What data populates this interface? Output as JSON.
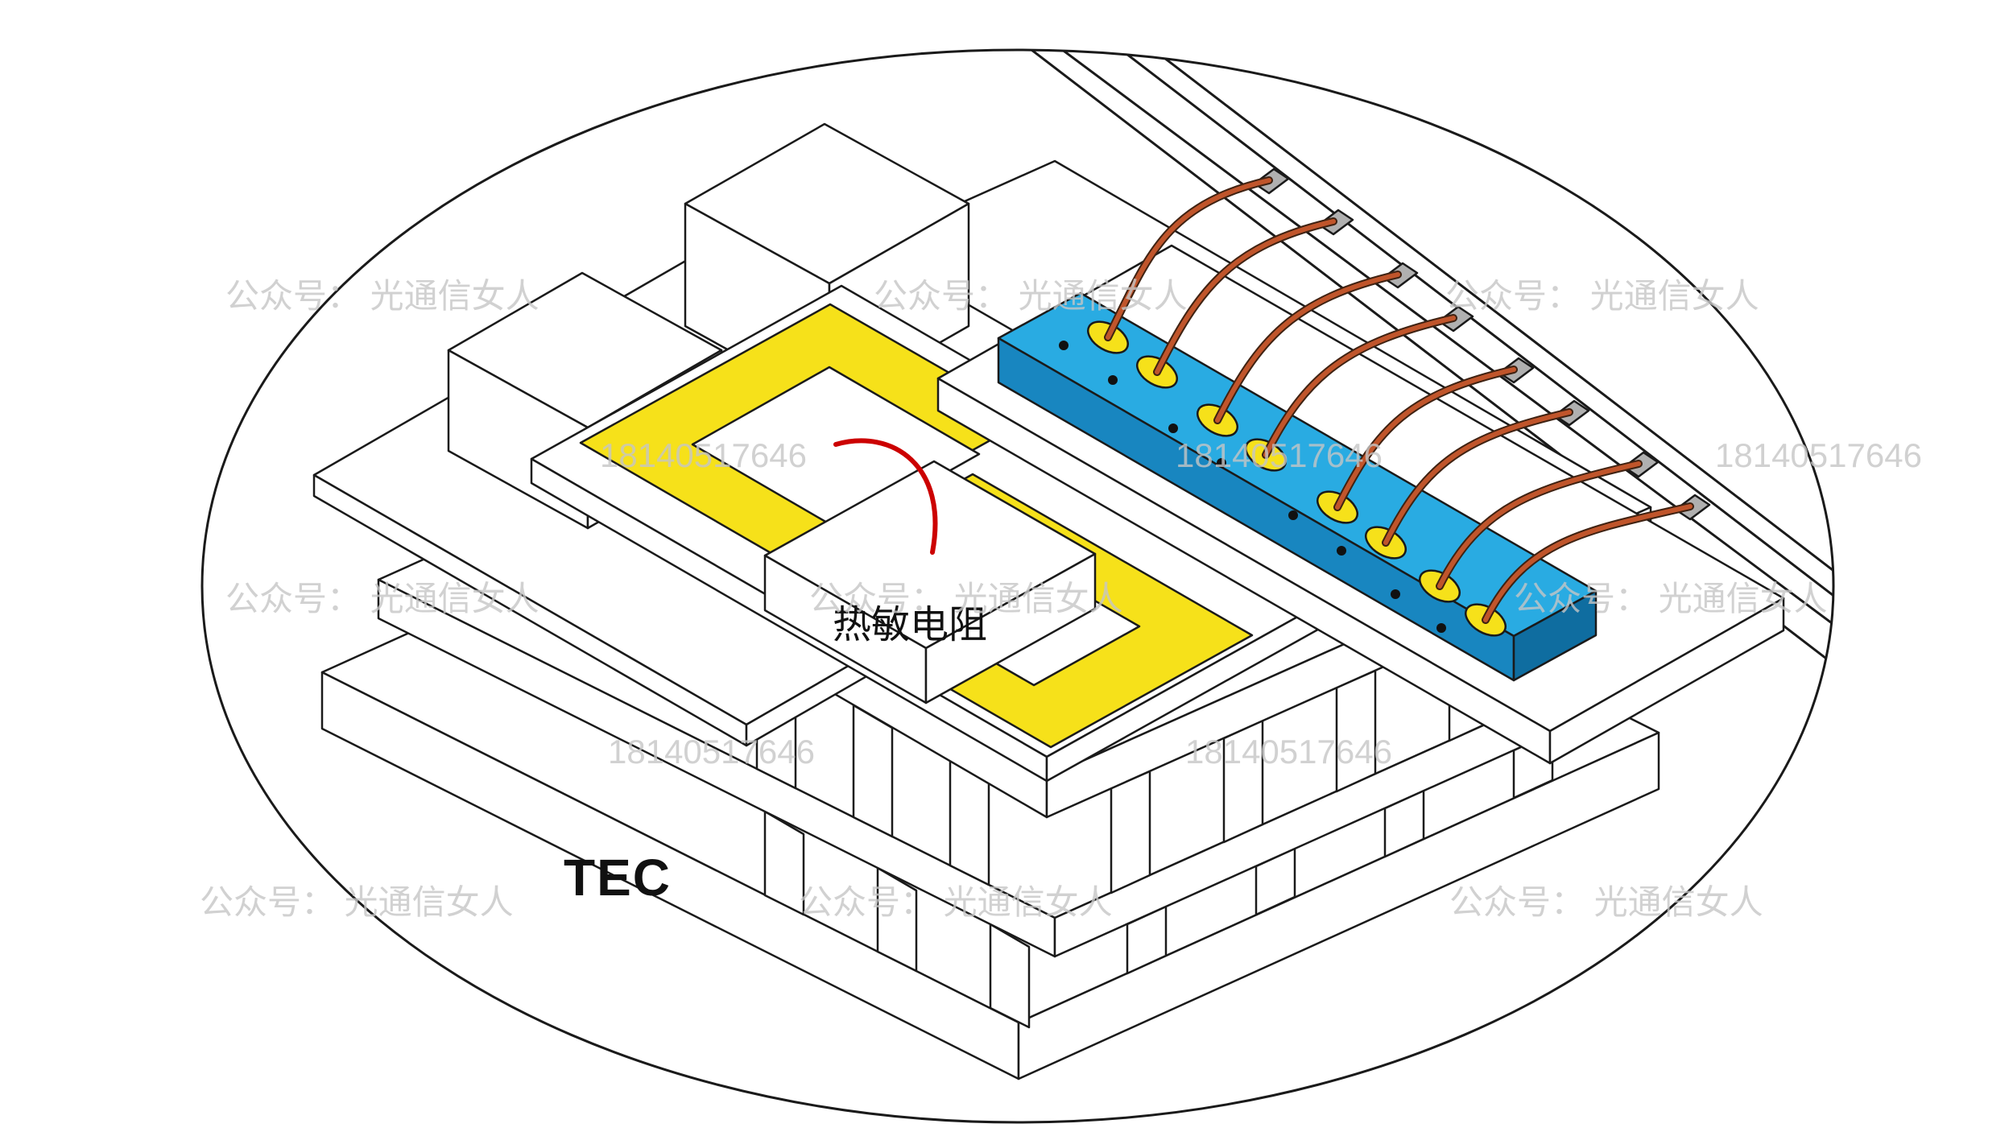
{
  "figure": {
    "labels": {
      "tec": "TEC",
      "thermistor": "热敏电阻"
    },
    "watermarks": {
      "account": "公众号： 光通信女人",
      "phone": "18140517646"
    },
    "colors": {
      "outline": "#1a1a1a",
      "trace_yellow": "#f6e11a",
      "blue_top": "#29abe2",
      "blue_side": "#1886c0",
      "blue_side_dark": "#0f6da0",
      "wire": "#c0552b",
      "red_arrow": "#cc0000",
      "gray_pad": "#b0b0b0",
      "bond_dot": "#111111",
      "watermark_gray": "#c6c6c6"
    }
  }
}
